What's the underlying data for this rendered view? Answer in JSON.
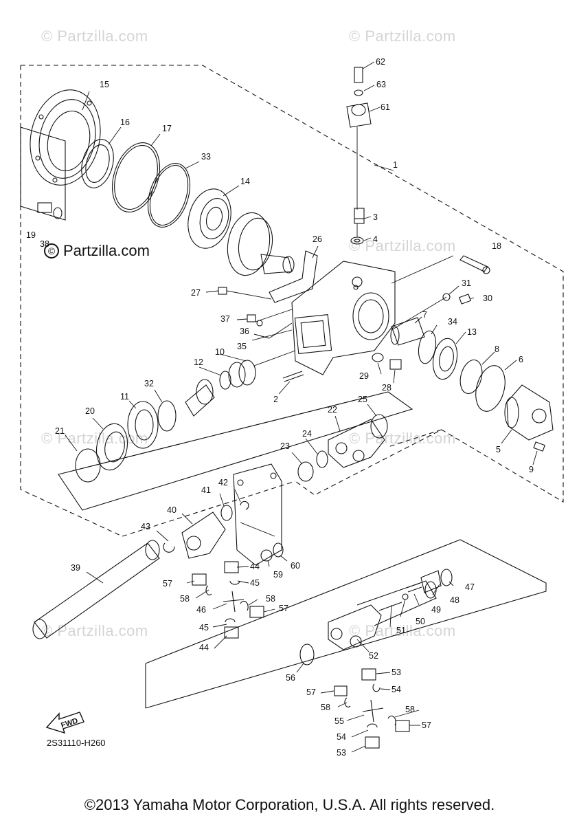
{
  "watermark": "© Partzilla.com",
  "brand_text": "Partzilla.com",
  "brand_symbol": "©",
  "diagram_code": "2S31110-H260",
  "copyright": "©2013 Yamaha Motor Corporation, U.S.A. All rights reserved.",
  "fwd_label": "FWD",
  "callouts": [
    "1",
    "2",
    "3",
    "4",
    "5",
    "6",
    "7",
    "8",
    "9",
    "10",
    "11",
    "12",
    "13",
    "14",
    "15",
    "16",
    "17",
    "18",
    "19",
    "20",
    "21",
    "22",
    "23",
    "24",
    "25",
    "26",
    "27",
    "28",
    "29",
    "30",
    "31",
    "32",
    "33",
    "34",
    "35",
    "36",
    "37",
    "38",
    "39",
    "40",
    "41",
    "42",
    "43",
    "44",
    "44",
    "45",
    "45",
    "46",
    "47",
    "48",
    "49",
    "50",
    "51",
    "52",
    "53",
    "53",
    "54",
    "54",
    "55",
    "56",
    "57",
    "57",
    "57",
    "57",
    "58",
    "58",
    "58",
    "58",
    "59",
    "60",
    "61",
    "62",
    "63"
  ]
}
